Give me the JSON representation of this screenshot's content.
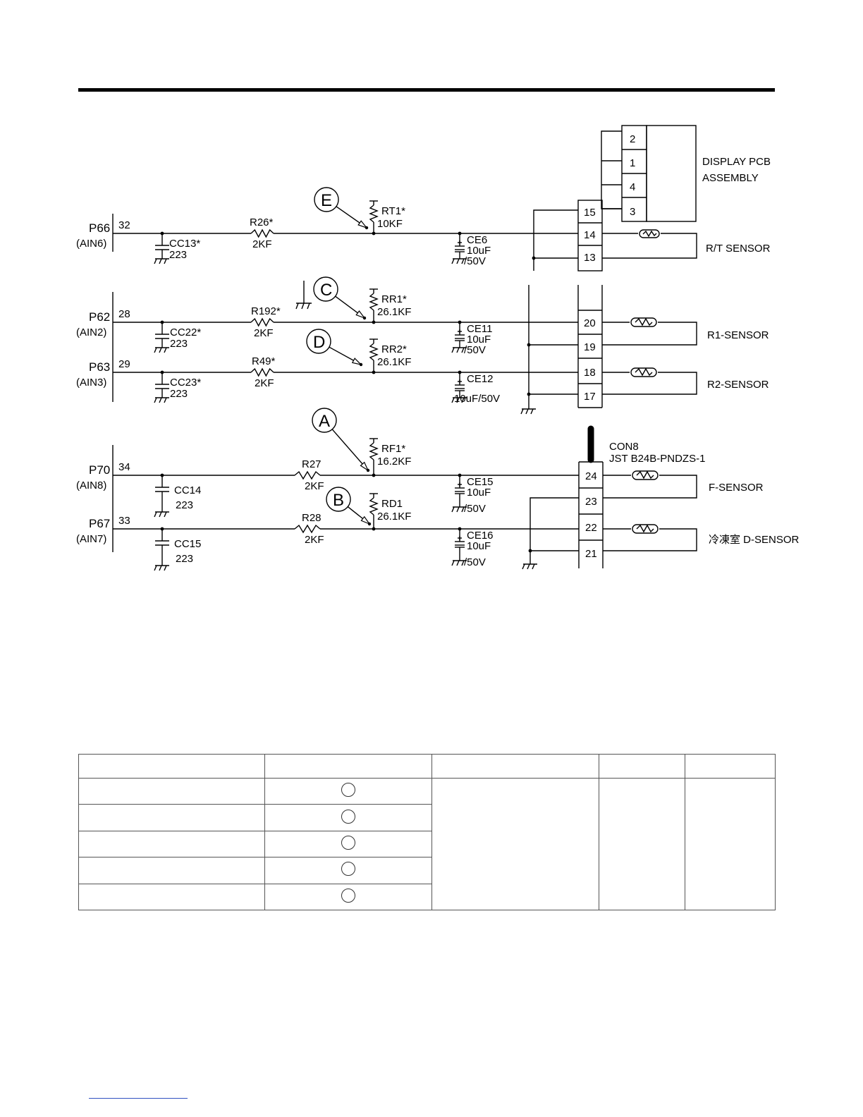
{
  "schematic": {
    "display_pcb": {
      "line1": "DISPLAY PCB",
      "line2": "ASSEMBLY",
      "pins": [
        "2",
        "1",
        "4",
        "3"
      ]
    },
    "connector": {
      "name": "CON8",
      "part": "JST B24B-PNDZS-1"
    },
    "ports": [
      {
        "name": "P66",
        "ain": "(AIN6)",
        "pin": "32"
      },
      {
        "name": "P62",
        "ain": "(AIN2)",
        "pin": "28"
      },
      {
        "name": "P63",
        "ain": "(AIN3)",
        "pin": "29"
      },
      {
        "name": "P70",
        "ain": "(AIN8)",
        "pin": "34"
      },
      {
        "name": "P67",
        "ain": "(AIN7)",
        "pin": "33"
      }
    ],
    "caps_small": [
      {
        "name": "CC13*",
        "value": "223"
      },
      {
        "name": "CC22*",
        "value": "223"
      },
      {
        "name": "CC23*",
        "value": "223"
      },
      {
        "name": "CC14",
        "value": "223"
      },
      {
        "name": "CC15",
        "value": "223"
      }
    ],
    "resistors": [
      {
        "name": "R26*",
        "value": "2KF"
      },
      {
        "name": "R192*",
        "value": "2KF"
      },
      {
        "name": "R49*",
        "value": "2KF"
      },
      {
        "name": "R27",
        "value": "2KF"
      },
      {
        "name": "R28",
        "value": "2KF"
      }
    ],
    "pullups": [
      {
        "name": "RT1*",
        "value": "10KF"
      },
      {
        "name": "RR1*",
        "value": "26.1KF"
      },
      {
        "name": "RR2*",
        "value": "26.1KF"
      },
      {
        "name": "RF1*",
        "value": "16.2KF"
      },
      {
        "name": "RD1",
        "value": "26.1KF"
      }
    ],
    "electrolytics": [
      {
        "name": "CE6",
        "v1": "10uF",
        "v2": "/50V"
      },
      {
        "name": "CE11",
        "v1": "10uF",
        "v2": "/50V"
      },
      {
        "name": "CE12",
        "v1": "10uF/50V",
        "v2": ""
      },
      {
        "name": "CE15",
        "v1": "10uF",
        "v2": "/50V"
      },
      {
        "name": "CE16",
        "v1": "10uF",
        "v2": "/50V"
      }
    ],
    "test_points": [
      "E",
      "C",
      "D",
      "A",
      "B"
    ],
    "connector_pins": [
      "15",
      "14",
      "13",
      "20",
      "19",
      "18",
      "17",
      "24",
      "23",
      "22",
      "21"
    ],
    "sensors": [
      "R/T SENSOR",
      "R1-SENSOR",
      "R2-SENSOR",
      "F-SENSOR",
      "冷凍室 D-SENSOR"
    ]
  },
  "table": {
    "headers": [
      "",
      "",
      "",
      "",
      ""
    ],
    "rows": [
      {
        "label": "",
        "mark": ""
      },
      {
        "label": "",
        "mark": ""
      },
      {
        "label": "",
        "mark": ""
      },
      {
        "label": "",
        "mark": ""
      },
      {
        "label": "",
        "mark": ""
      }
    ]
  }
}
